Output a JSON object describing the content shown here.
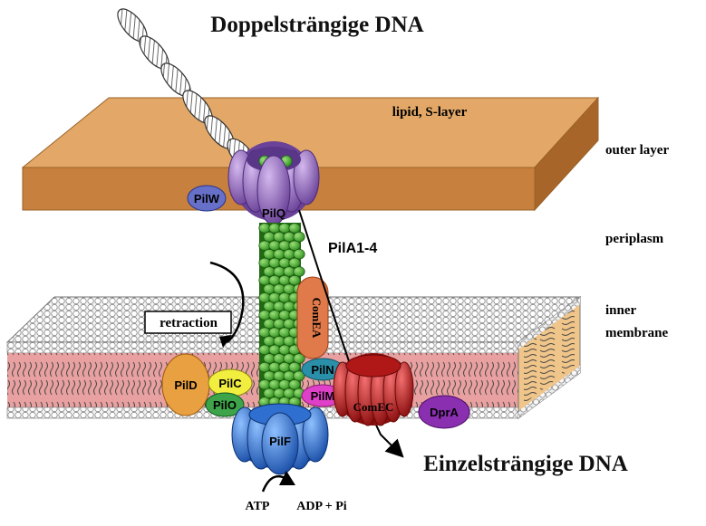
{
  "labels": {
    "title_top": "Doppelsträngige DNA",
    "title_bottom": "Einzelsträngige DNA",
    "lipid_s_layer": "lipid, S-layer",
    "outer_layer": "outer layer",
    "periplasm": "periplasm",
    "inner_membrane_1": "inner",
    "inner_membrane_2": "membrane",
    "pila": "PilA1-4",
    "retraction": "retraction",
    "atp": "ATP",
    "adp": "ADP + Pi"
  },
  "proteins": {
    "pilw": "PilW",
    "pilq": "PilQ",
    "comea": "ComEA",
    "piln": "PilN",
    "pilm": "PilM",
    "comec": "ComEC",
    "dpra": "DprA",
    "pild": "PilD",
    "pilc": "PilC",
    "pilo": "PilO",
    "pilf": "PilF"
  },
  "colors": {
    "outer_layer": "#C8803E",
    "pilus": "#3FA52C",
    "pilq": "#8A62B3",
    "pilf": "#2F6FD0",
    "comec": "#C81E1E",
    "comea": "#E07A4A",
    "dpra": "#8A2FB0",
    "pild": "#E8A040",
    "pilc": "#F2EE40",
    "pilo": "#3DA44A",
    "piln": "#2A8FA8",
    "pilm": "#E040C8",
    "pilw": "#6670C8",
    "membrane_inner": "#E8A0A0"
  }
}
